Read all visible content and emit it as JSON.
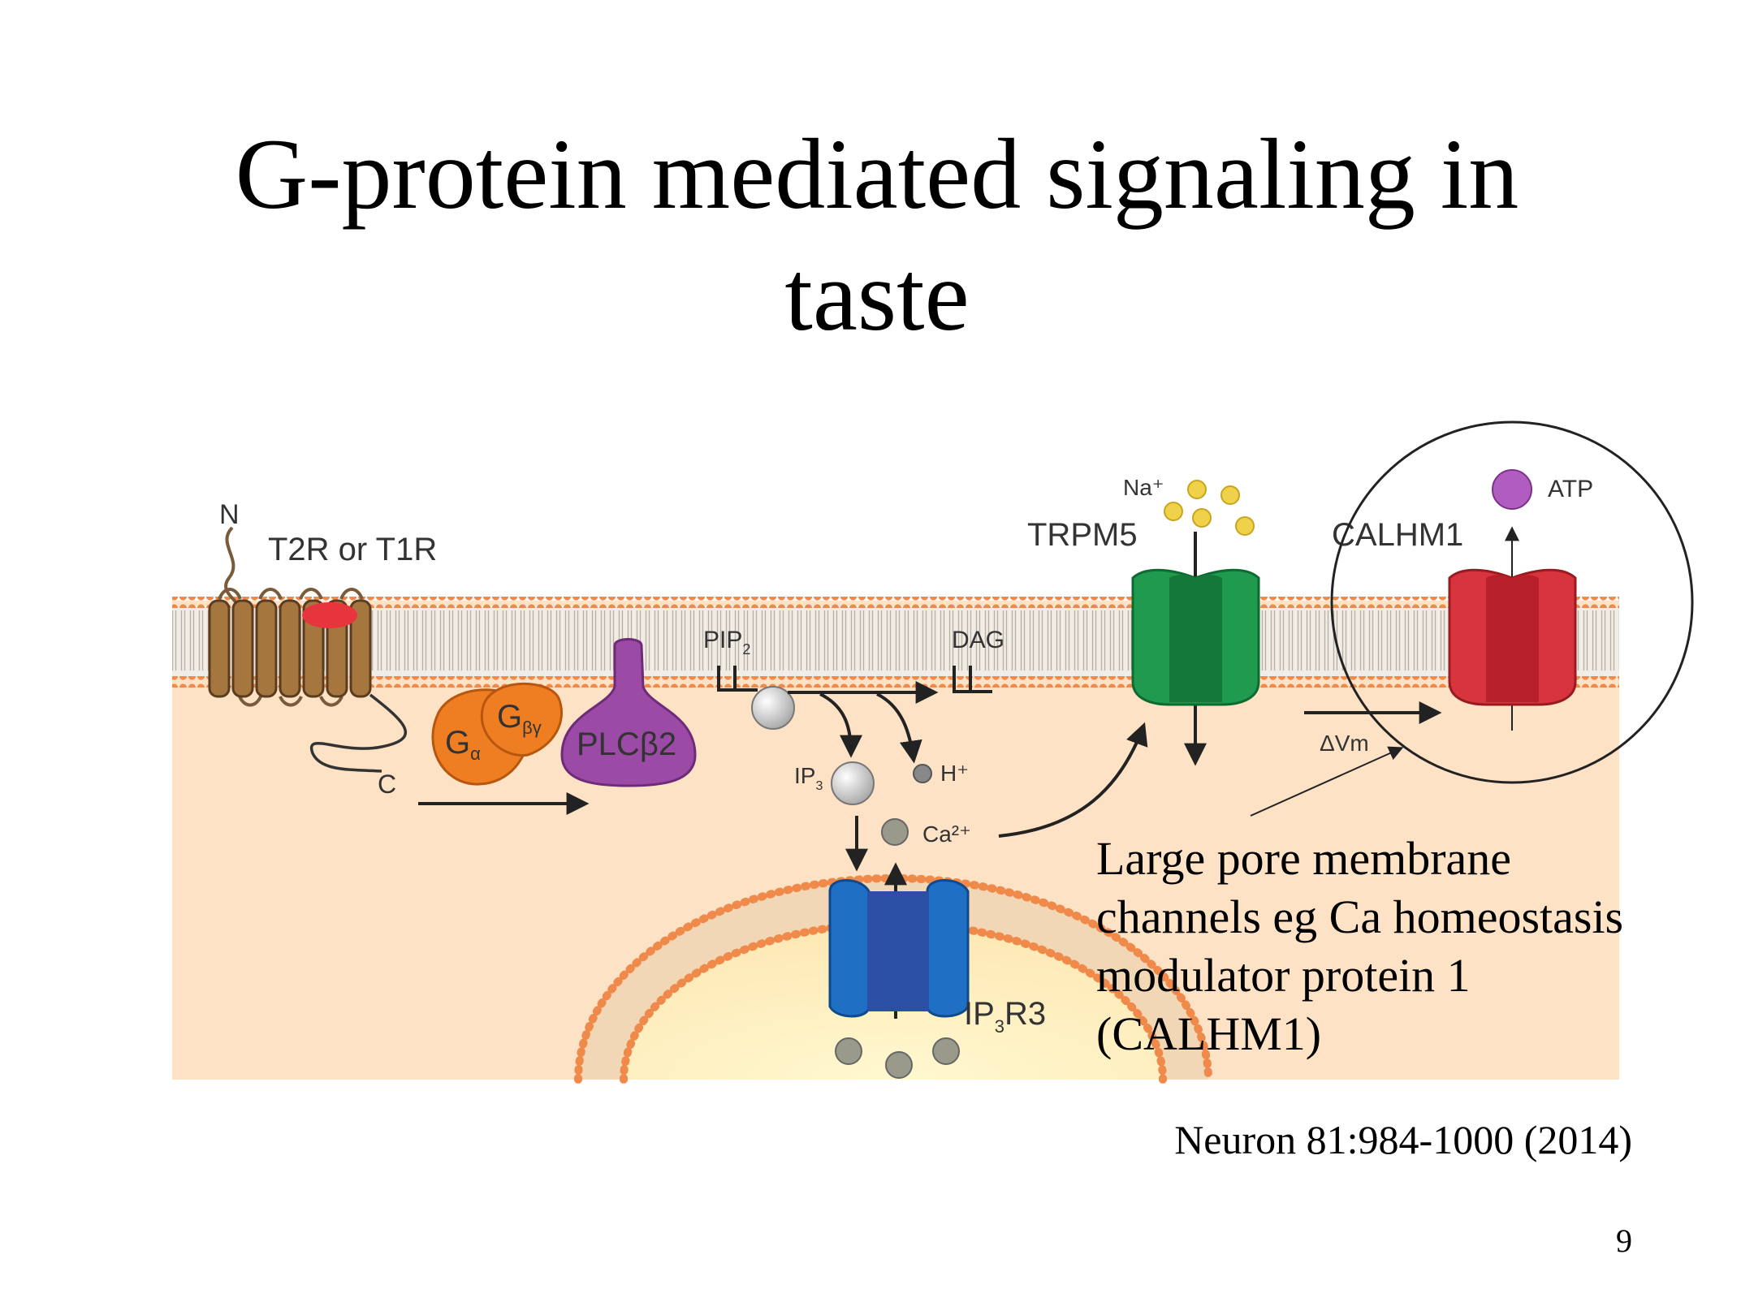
{
  "slide": {
    "title_line1": "G-protein mediated signaling in",
    "title_line2": "taste",
    "annotation": [
      "Large pore membrane",
      "channels eg Ca homeostasis",
      "modulator protein 1",
      "(CALHM1)"
    ],
    "citation": "Neuron 81:984-1000 (2014)",
    "page_number": "9"
  },
  "diagram": {
    "labels": {
      "n_terminus": "N",
      "c_terminus": "C",
      "receptor": "T2R or T1R",
      "g_alpha": "G",
      "g_alpha_sub": "α",
      "g_beta_gamma": "G",
      "g_beta_gamma_sub": "βγ",
      "plc": "PLCβ2",
      "pip2": "PIP",
      "pip2_sub": "2",
      "dag": "DAG",
      "ip3": "IP",
      "ip3_sub": "3",
      "h_plus": "H⁺",
      "ca": "Ca²⁺",
      "ip3r": "IP",
      "ip3r_sub": "3",
      "ip3r_suffix": "R3",
      "trpm5": "TRPM5",
      "na": "Na⁺",
      "calhm1": "CALHM1",
      "atp": "ATP",
      "dvm": "ΔVm"
    },
    "colors": {
      "cytoplasm": "#fde2c6",
      "membrane_head": "#f08a4b",
      "receptor": "#a6763f",
      "g_protein": "#ef7d22",
      "plc": "#9b4aa5",
      "trpm5": "#1f9a4e",
      "calhm1": "#d8343d",
      "ip3r": "#1f6fc4",
      "sodium": "#f0d24a",
      "atp": "#b05cc0",
      "calcium": "#9a9a8a"
    }
  }
}
